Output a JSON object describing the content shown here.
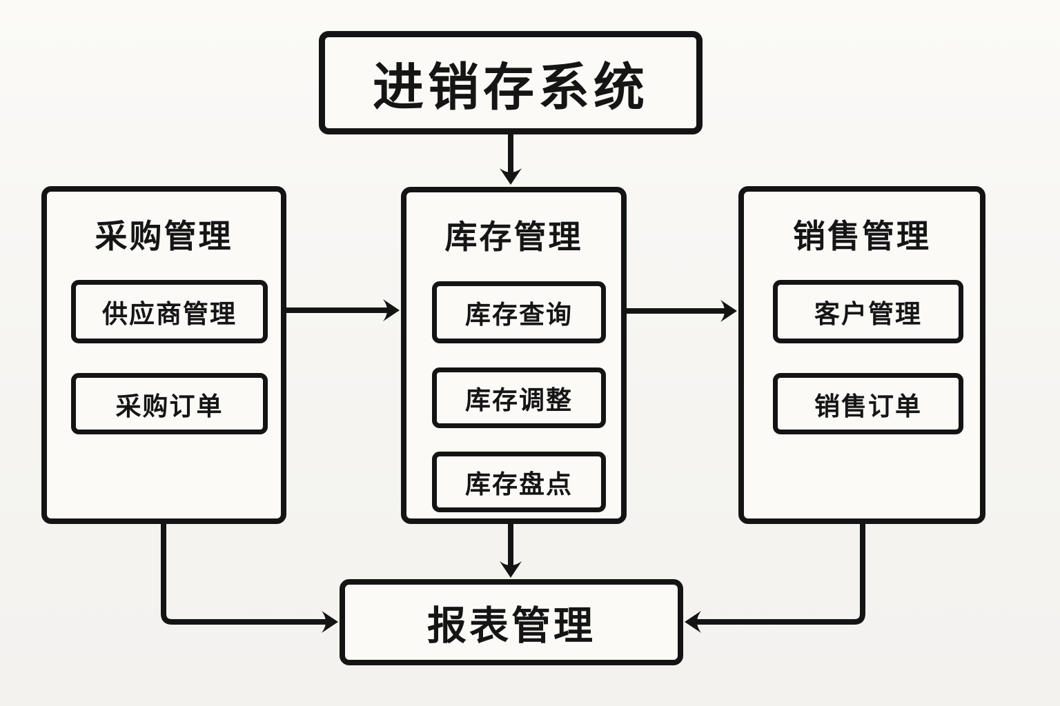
{
  "diagram": {
    "title": "进销存系统",
    "modules": {
      "purchase": {
        "label": "采购管理",
        "children": [
          {
            "label": "供应商管理"
          },
          {
            "label": "采购订单"
          }
        ]
      },
      "inventory": {
        "label": "库存管理",
        "children": [
          {
            "label": "库存查询"
          },
          {
            "label": "库存调整"
          },
          {
            "label": "库存盘点"
          }
        ]
      },
      "sales": {
        "label": "销售管理",
        "children": [
          {
            "label": "客户管理"
          },
          {
            "label": "销售订单"
          }
        ]
      },
      "reports": {
        "label": "报表管理"
      }
    },
    "edges": [
      {
        "from": "进销存系统",
        "to": "库存管理"
      },
      {
        "from": "采购管理",
        "to": "库存管理"
      },
      {
        "from": "库存管理",
        "to": "销售管理"
      },
      {
        "from": "供应商管理",
        "to": "采购订单"
      },
      {
        "from": "客户管理",
        "to": "销售订单"
      },
      {
        "from": "库存管理",
        "to": "报表管理"
      },
      {
        "from": "采购订单",
        "to": "报表管理"
      },
      {
        "from": "销售订单",
        "to": "报表管理"
      }
    ],
    "colors": {
      "line": "#141414",
      "background": "#f6f5f2",
      "box_fill": "#fbfaf7",
      "text": "#151515"
    }
  }
}
